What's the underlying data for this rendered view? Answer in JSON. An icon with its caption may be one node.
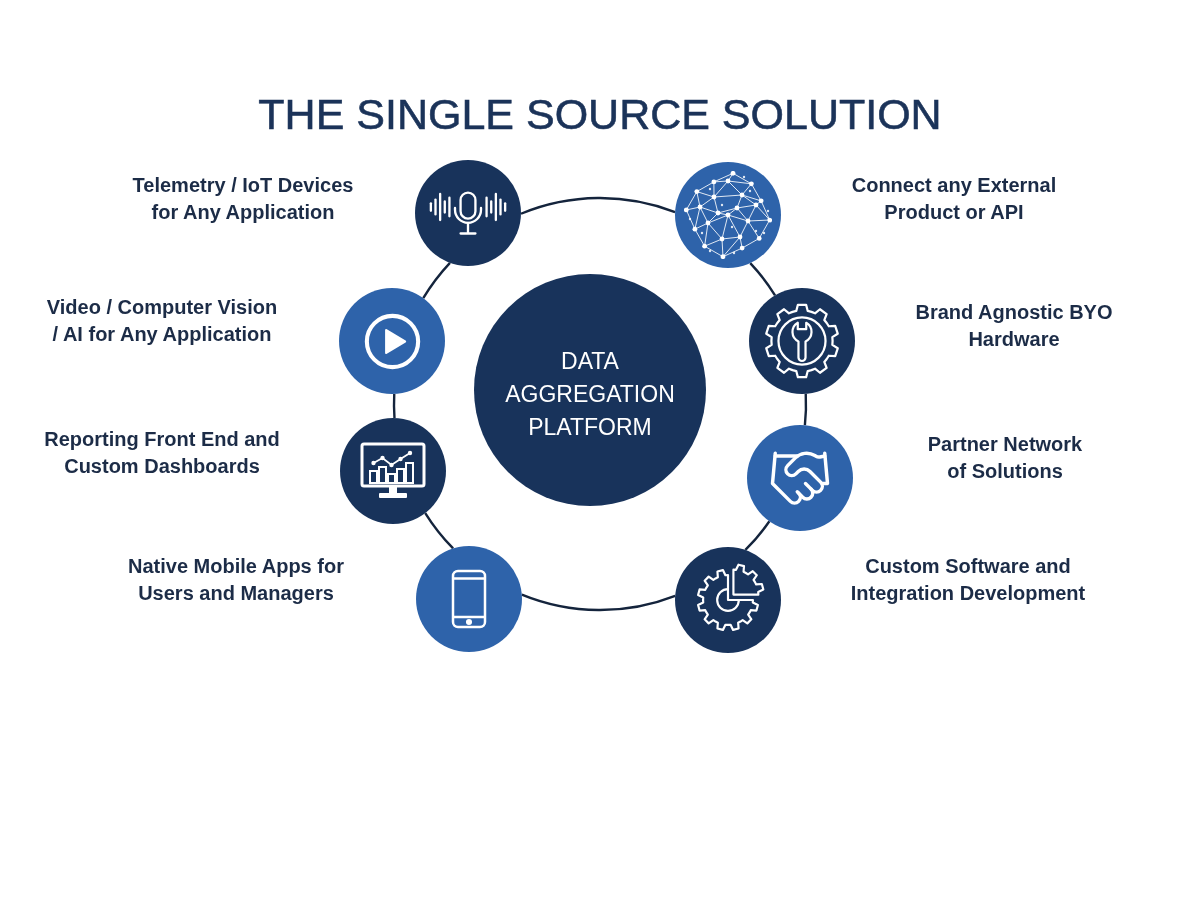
{
  "diagram": {
    "title": "THE SINGLE SOURCE SOLUTION",
    "nodes": [
      {
        "text": [],
        "shape": "circle",
        "beside": [
          "Telemetry / IoT Devices for Any Application"
        ]
      },
      {
        "text": [],
        "shape": "circle",
        "beside": [
          "Connect any External Product or API"
        ]
      },
      {
        "text": [],
        "shape": "circle",
        "beside": [
          "Video / Computer Vision / AI for Any Application"
        ]
      },
      {
        "text": [],
        "shape": "circle",
        "beside": [
          "Brand Agnostic BYO Hardware"
        ]
      },
      {
        "text": [
          "DATA AGGREGATION PLATFORM"
        ]
      },
      {
        "text": [],
        "shape": "circle",
        "beside": [
          "Reporting Front End and Custom Dashboards"
        ]
      },
      {
        "text": [],
        "shape": "circle",
        "beside": [
          "Partner Network of Solutions"
        ]
      },
      {
        "text": [],
        "shape": "circle"
      },
      {
        "text": [],
        "shape": "circle"
      }
    ],
    "edges": [
      {
        "from": 0,
        "to": 1,
        "arrow": "none"
      },
      {
        "from": 1,
        "to": 3,
        "arrow": "none"
      },
      {
        "from": 3,
        "to": 6,
        "arrow": "none"
      },
      {
        "from": 6,
        "to": 8,
        "arrow": "none"
      },
      {
        "from": 8,
        "to": 7,
        "arrow": "none"
      },
      {
        "from": 7,
        "to": 5,
        "arrow": "none"
      },
      {
        "from": 5,
        "to": 2,
        "arrow": "none"
      },
      {
        "from": 2,
        "to": 0,
        "arrow": "none"
      }
    ],
    "labels": [
      "Native Mobile Apps for Users and Managers",
      "Custom Software and Integration Development"
    ]
  }
}
